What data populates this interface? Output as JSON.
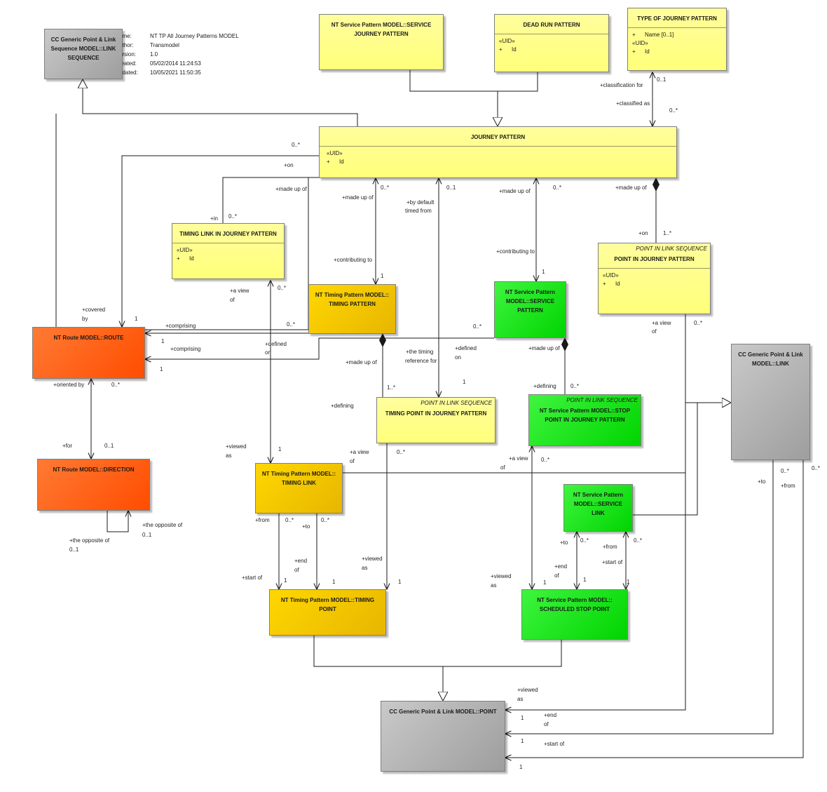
{
  "meta": {
    "name_key": "ame:",
    "name": "NT TP All Journey Patterns MODEL",
    "author_key": "uthor:",
    "author": "Transmodel",
    "version_key": "ersion:",
    "version": "1.0",
    "created_key": "reated:",
    "created": "05/02/2014 11:24:53",
    "updated_key": "pdated:",
    "updated": "10/05/2021 11:50:35"
  },
  "colors": {
    "yellow": "#ffff88",
    "green": "#00e000",
    "orange": "#ff5a14",
    "gold": "#f0c800",
    "grey": "#b8b8b8",
    "line": "#1a1a1a"
  },
  "classes": {
    "link_sequence": {
      "title": "CC Generic Point & Link Sequence MODEL::LINK SEQUENCE"
    },
    "service_journey_pattern": {
      "title": "NT Service Pattern MODEL::SERVICE JOURNEY PATTERN"
    },
    "dead_run_pattern": {
      "title": "DEAD RUN PATTERN",
      "stereo": "«UID»",
      "attr": "+      Id"
    },
    "type_of_journey_pattern": {
      "title": "TYPE OF JOURNEY PATTERN",
      "attr1": "+      Name [0..1]",
      "stereo": "«UID»",
      "attr2": "+      Id"
    },
    "journey_pattern": {
      "title": "JOURNEY PATTERN",
      "stereo": "«UID»",
      "attr": "+      Id"
    },
    "timing_link_in_jp": {
      "title": "TIMING LINK IN JOURNEY PATTERN",
      "stereo": "«UID»",
      "attr": "+      Id"
    },
    "timing_pattern": {
      "title": "NT Timing Pattern MODEL:: TIMING PATTERN"
    },
    "service_pattern": {
      "title": "NT Service Pattern MODEL::SERVICE PATTERN"
    },
    "point_in_jp": {
      "stereotype": "POINT IN LINK SEQUENCE",
      "title": "POINT IN JOURNEY PATTERN",
      "stereo": "«UID»",
      "attr": "+      Id"
    },
    "generic_link": {
      "title": "CC Generic Point & Link MODEL::LINK"
    },
    "route": {
      "title": "NT Route MODEL::ROUTE"
    },
    "timing_point_in_jp": {
      "stereotype": "POINT IN LINK SEQUENCE",
      "title": "TIMING POINT IN JOURNEY PATTERN"
    },
    "stop_point_in_jp": {
      "stereotype": "POINT IN LINK SEQUENCE",
      "title": "NT Service Pattern MODEL::STOP POINT IN JOURNEY PATTERN"
    },
    "direction": {
      "title": "NT Route MODEL::DIRECTION"
    },
    "timing_link": {
      "title": "NT Timing Pattern MODEL:: TIMING LINK"
    },
    "service_link": {
      "title": "NT Service Pattern MODEL::SERVICE LINK"
    },
    "timing_point": {
      "title": "NT Timing Pattern MODEL::TIMING POINT"
    },
    "scheduled_stop_point": {
      "title": "NT Service Pattern MODEL:: SCHEDULED STOP POINT"
    },
    "generic_point": {
      "title": "CC Generic Point & Link MODEL::POINT"
    }
  },
  "labels": [
    {
      "id": "l1",
      "text": "0..*"
    },
    {
      "id": "l2",
      "text": "+on"
    },
    {
      "id": "l3",
      "text": "+made up of"
    },
    {
      "id": "l4",
      "text": "+made up of"
    },
    {
      "id": "l5",
      "text": "0..*"
    },
    {
      "id": "l6",
      "text": "0..1"
    },
    {
      "id": "l7",
      "text": "+by default"
    },
    {
      "id": "l8",
      "text": "timed from"
    },
    {
      "id": "l9",
      "text": "+made up of"
    },
    {
      "id": "l10",
      "text": "0..*"
    },
    {
      "id": "l11",
      "text": "+made up of"
    },
    {
      "id": "l12",
      "text": "+classification for"
    },
    {
      "id": "l13",
      "text": "0..1"
    },
    {
      "id": "l14",
      "text": "+classified as"
    },
    {
      "id": "l15",
      "text": "0..*"
    },
    {
      "id": "l16",
      "text": "+in"
    },
    {
      "id": "l17",
      "text": "0..*"
    },
    {
      "id": "l18",
      "text": "+contributing to"
    },
    {
      "id": "l19",
      "text": "1"
    },
    {
      "id": "l20",
      "text": "+contributing to"
    },
    {
      "id": "l21",
      "text": "1"
    },
    {
      "id": "l22",
      "text": "+on"
    },
    {
      "id": "l23",
      "text": "1..*"
    },
    {
      "id": "l24",
      "text": "+a view"
    },
    {
      "id": "l25",
      "text": "of"
    },
    {
      "id": "l26",
      "text": "0..*"
    },
    {
      "id": "l27",
      "text": "+covered"
    },
    {
      "id": "l28",
      "text": "by"
    },
    {
      "id": "l29",
      "text": "1"
    },
    {
      "id": "l30",
      "text": "+comprising"
    },
    {
      "id": "l31",
      "text": "0..*"
    },
    {
      "id": "l32",
      "text": "1"
    },
    {
      "id": "l33",
      "text": "+comprising"
    },
    {
      "id": "l34",
      "text": "1"
    },
    {
      "id": "l35",
      "text": "+defined"
    },
    {
      "id": "l36",
      "text": "on"
    },
    {
      "id": "l37",
      "text": "0..*"
    },
    {
      "id": "l38",
      "text": "+defined"
    },
    {
      "id": "l39",
      "text": "on"
    },
    {
      "id": "l40",
      "text": "+made up of"
    },
    {
      "id": "l41",
      "text": "+the timing"
    },
    {
      "id": "l42",
      "text": "reference for"
    },
    {
      "id": "l43",
      "text": "+made up of"
    },
    {
      "id": "l44",
      "text": "+a view"
    },
    {
      "id": "l45",
      "text": "of"
    },
    {
      "id": "l46",
      "text": "0..*"
    },
    {
      "id": "l47",
      "text": "+oriented by"
    },
    {
      "id": "l48",
      "text": "0..*"
    },
    {
      "id": "l49",
      "text": "1..*"
    },
    {
      "id": "l50",
      "text": "1"
    },
    {
      "id": "l51",
      "text": "+defining"
    },
    {
      "id": "l52",
      "text": "0..*"
    },
    {
      "id": "l53",
      "text": "+defining"
    },
    {
      "id": "l54",
      "text": "+for"
    },
    {
      "id": "l55",
      "text": "0..1"
    },
    {
      "id": "l56",
      "text": "+viewed"
    },
    {
      "id": "l57",
      "text": "as"
    },
    {
      "id": "l58",
      "text": "1"
    },
    {
      "id": "l59",
      "text": "+a view"
    },
    {
      "id": "l60",
      "text": "of"
    },
    {
      "id": "l61",
      "text": "0..*"
    },
    {
      "id": "l62",
      "text": "+a view"
    },
    {
      "id": "l63",
      "text": "of"
    },
    {
      "id": "l64",
      "text": "0..*"
    },
    {
      "id": "l65",
      "text": "+to"
    },
    {
      "id": "l66",
      "text": "0..*"
    },
    {
      "id": "l67",
      "text": "+from"
    },
    {
      "id": "l68",
      "text": "0..*"
    },
    {
      "id": "l69",
      "text": "+the opposite of"
    },
    {
      "id": "l70",
      "text": "0..1"
    },
    {
      "id": "l71",
      "text": "+the opposite of"
    },
    {
      "id": "l72",
      "text": "0..1"
    },
    {
      "id": "l73",
      "text": "+from"
    },
    {
      "id": "l74",
      "text": "0..*"
    },
    {
      "id": "l75",
      "text": "+to"
    },
    {
      "id": "l76",
      "text": "0..*"
    },
    {
      "id": "l77",
      "text": "+to"
    },
    {
      "id": "l78",
      "text": "0..*"
    },
    {
      "id": "l79",
      "text": "+from"
    },
    {
      "id": "l80",
      "text": "0..*"
    },
    {
      "id": "l81",
      "text": "+end"
    },
    {
      "id": "l82",
      "text": "of"
    },
    {
      "id": "l83",
      "text": "+viewed"
    },
    {
      "id": "l84",
      "text": "as"
    },
    {
      "id": "l85",
      "text": "+start of"
    },
    {
      "id": "l86",
      "text": "1"
    },
    {
      "id": "l87",
      "text": "1"
    },
    {
      "id": "l88",
      "text": "1"
    },
    {
      "id": "l89",
      "text": "+viewed"
    },
    {
      "id": "l90",
      "text": "as"
    },
    {
      "id": "l91",
      "text": "+end"
    },
    {
      "id": "l92",
      "text": "of"
    },
    {
      "id": "l93",
      "text": "+start of"
    },
    {
      "id": "l94",
      "text": "1"
    },
    {
      "id": "l95",
      "text": "1"
    },
    {
      "id": "l96",
      "text": "1"
    },
    {
      "id": "l97",
      "text": "+viewed"
    },
    {
      "id": "l98",
      "text": "as"
    },
    {
      "id": "l99",
      "text": "1"
    },
    {
      "id": "l100",
      "text": "+end"
    },
    {
      "id": "l101",
      "text": "of"
    },
    {
      "id": "l102",
      "text": "1"
    },
    {
      "id": "l103",
      "text": "+start of"
    },
    {
      "id": "l104",
      "text": "1"
    }
  ]
}
